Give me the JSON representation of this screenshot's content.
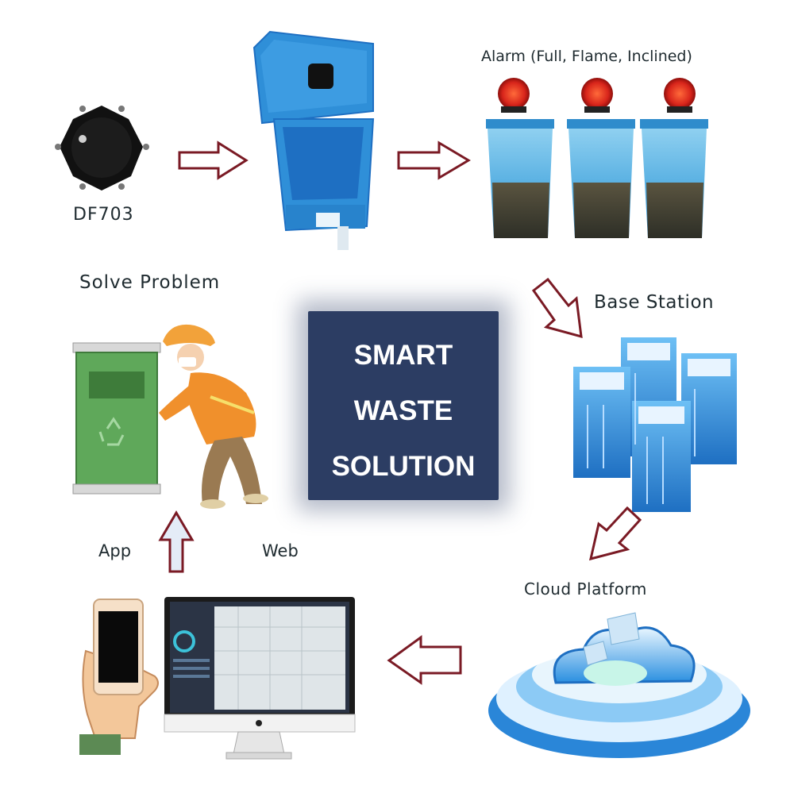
{
  "labels": {
    "sensor": "DF703",
    "alarm": "Alarm (Full, Flame, Inclined)",
    "solve": "Solve Problem",
    "base_station": "Base Station",
    "app": "App",
    "web": "Web",
    "cloud": "Cloud Platform"
  },
  "center": {
    "line1": "SMART",
    "line2": "WASTE",
    "line3": "SOLUTION"
  },
  "colors": {
    "arrow_outline": "#7a1a24",
    "center_box": "#2c3d63",
    "bin_blue": "#2f8fd8",
    "server_blue": "#3a9ae8",
    "bin_green": "#5fa85a"
  },
  "icons": [
    "sensor-device-icon",
    "open-bin-icon",
    "alarm-light-icon",
    "full-bin-icon",
    "server-rack-icon",
    "cloud-platform-icon",
    "smartphone-icon",
    "monitor-icon",
    "worker-icon",
    "green-bin-icon",
    "recycle-icon"
  ]
}
